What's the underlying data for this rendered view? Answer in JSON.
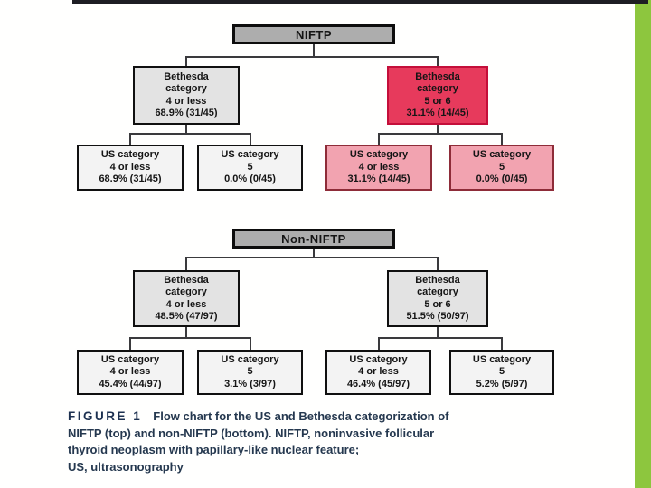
{
  "colors": {
    "accent_green_bar": "#8dc63e",
    "top_rule": "#1d1d23",
    "root_box_gray": "#adadad",
    "bethesda_gray": "#e3e3e3",
    "us_gray": "#f3f3f3",
    "highlight_red": "#e73a5c",
    "highlight_pink": "#f2a3b0",
    "caption_navy": "#25384f"
  },
  "figure": {
    "trees": [
      {
        "root_label": "NIFTP",
        "bethesda": [
          {
            "lines": [
              "Bethesda",
              "category",
              "4 or less",
              "68.9% (31/45)"
            ]
          },
          {
            "lines": [
              "Bethesda",
              "category",
              "5 or 6",
              "31.1% (14/45)"
            ]
          }
        ],
        "us": [
          {
            "lines": [
              "US category",
              "4 or less",
              "68.9% (31/45)"
            ]
          },
          {
            "lines": [
              "US category",
              "5",
              "0.0% (0/45)"
            ]
          },
          {
            "lines": [
              "US category",
              "4 or less",
              "31.1% (14/45)"
            ]
          },
          {
            "lines": [
              "US category",
              "5",
              "0.0% (0/45)"
            ]
          }
        ]
      },
      {
        "root_label": "Non-NIFTP",
        "bethesda": [
          {
            "lines": [
              "Bethesda",
              "category",
              "4 or less",
              "48.5% (47/97)"
            ]
          },
          {
            "lines": [
              "Bethesda",
              "category",
              "5 or 6",
              "51.5% (50/97)"
            ]
          }
        ],
        "us": [
          {
            "lines": [
              "US category",
              "4 or less",
              "45.4% (44/97)"
            ]
          },
          {
            "lines": [
              "US category",
              "5",
              "3.1% (3/97)"
            ]
          },
          {
            "lines": [
              "US category",
              "4 or less",
              "46.4% (45/97)"
            ]
          },
          {
            "lines": [
              "US category",
              "5",
              "5.2% (5/97)"
            ]
          }
        ]
      }
    ],
    "caption": {
      "label": "FIGURE 1",
      "lines": [
        "Flow chart for the US and Bethesda categorization of",
        "NIFTP (top) and non-NIFTP (bottom). NIFTP, noninvasive follicular",
        "thyroid neoplasm with papillary-like nuclear feature;",
        "US, ultrasonography"
      ]
    }
  }
}
